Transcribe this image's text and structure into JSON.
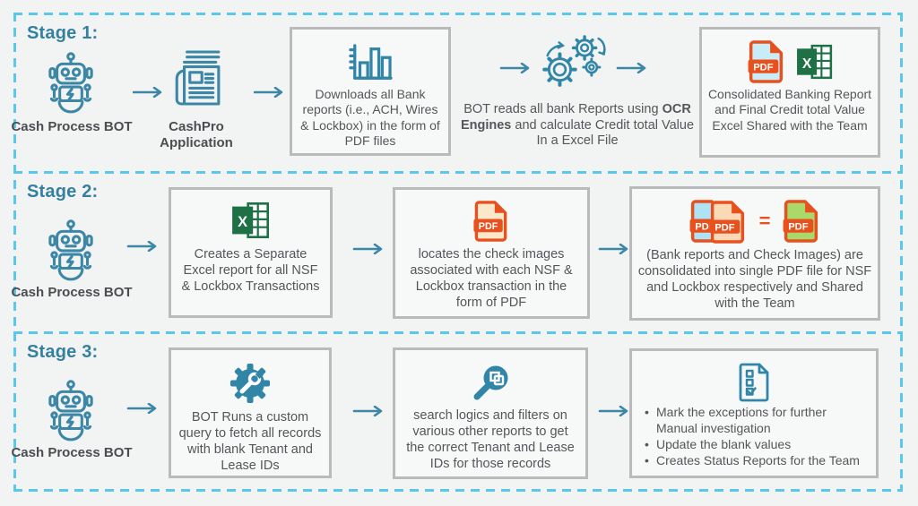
{
  "colors": {
    "background": "#f2f3f3",
    "dashed_border": "#5ac8ec",
    "stage_heading": "#33809f",
    "icon_teal": "#3d87a6",
    "box_border": "#b9babb",
    "box_background": "#f7f8f8",
    "body_text": "#54565a",
    "pdf_red": "#e8511e",
    "pdf_page_blue": "#aee3f5",
    "pdf_page_cream": "#f9d9b6",
    "pdf_page_green": "#a9d96a",
    "excel_green": "#1e7145"
  },
  "icons": {
    "pdf_label": "PDF",
    "excel_letter": "X",
    "equals": "=",
    "bullet": "•"
  },
  "stages": [
    {
      "label": "Stage 1:",
      "actor": "Cash Process BOT",
      "app": "CashPro Application",
      "downloads_box": "Downloads all Bank reports (i.e., ACH, Wires & Lockbox) in the form of PDF files",
      "ocr": {
        "before": "BOT reads all bank Reports using ",
        "bold": "OCR Engines",
        "after": " and calculate Credit total Value In a Excel File"
      },
      "consolidated_box": "Consolidated Banking Report and Final Credit total Value Excel Shared with the Team"
    },
    {
      "label": "Stage 2:",
      "actor": "Cash Process BOT",
      "boxes": [
        "Creates a Separate Excel report for all NSF & Lockbox Transactions",
        "locates the check images associated with each NSF & Lockbox transaction in the form of PDF",
        "(Bank reports and Check Images) are consolidated into single PDF file for NSF and Lockbox respectively and Shared with the Team"
      ]
    },
    {
      "label": "Stage 3:",
      "actor": "Cash Process BOT",
      "boxes": [
        "BOT Runs a custom query to fetch all records with blank Tenant and Lease IDs",
        "search logics and filters on various other reports to get the correct Tenant and Lease IDs for those records"
      ],
      "bullets": [
        "Mark the exceptions for further Manual investigation",
        "Update the blank values",
        "Creates Status Reports for the Team"
      ]
    }
  ]
}
